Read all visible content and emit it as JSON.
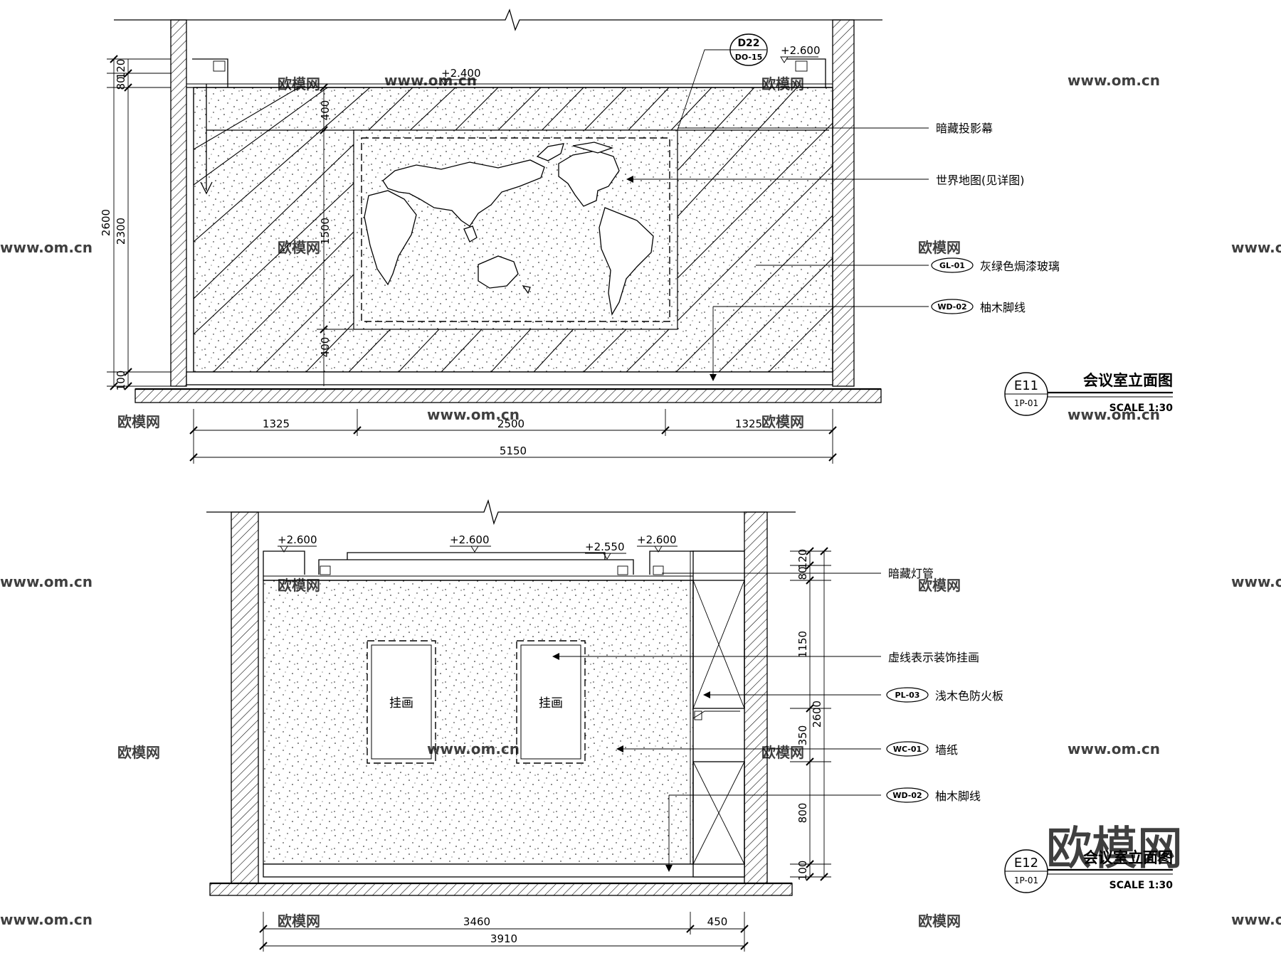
{
  "watermark": {
    "brand": "欧模网",
    "site": "www.om.cn"
  },
  "e11": {
    "levels": [
      "+2.400",
      "+2.600"
    ],
    "detail_callout": {
      "top": "D22",
      "bottom": "DO-15"
    },
    "dims_horizontal": [
      "1325",
      "2500",
      "1325",
      "5150"
    ],
    "dims_left": [
      "2600",
      "2300",
      "120",
      "80",
      "100"
    ],
    "dims_inner": [
      "400",
      "1500",
      "400"
    ],
    "annotations": [
      {
        "tag": "",
        "text": "暗藏投影幕"
      },
      {
        "tag": "",
        "text": "世界地图(见详图)"
      },
      {
        "tag": "GL-01",
        "text": "灰绿色焗漆玻璃"
      },
      {
        "tag": "WD-02",
        "text": "柚木脚线"
      }
    ],
    "title": {
      "code": "E11",
      "sheet": "1P-01",
      "name": "会议室立面图",
      "scale": "SCALE 1:30"
    }
  },
  "e12": {
    "levels": [
      "+2.600",
      "+2.600",
      "+2.550",
      "+2.600"
    ],
    "frames": [
      "挂画",
      "挂画"
    ],
    "dims_horizontal": [
      "3460",
      "450",
      "3910"
    ],
    "dims_right": [
      "120",
      "80",
      "1150",
      "350",
      "800",
      "100",
      "2600"
    ],
    "annotations": [
      {
        "tag": "",
        "text": "暗藏灯管"
      },
      {
        "tag": "",
        "text": "虚线表示装饰挂画"
      },
      {
        "tag": "PL-03",
        "text": "浅木色防火板"
      },
      {
        "tag": "WC-01",
        "text": "墙纸"
      },
      {
        "tag": "WD-02",
        "text": "柚木脚线"
      }
    ],
    "title": {
      "code": "E12",
      "sheet": "1P-01",
      "name": "会议室立面图",
      "scale": "SCALE 1:30"
    }
  }
}
